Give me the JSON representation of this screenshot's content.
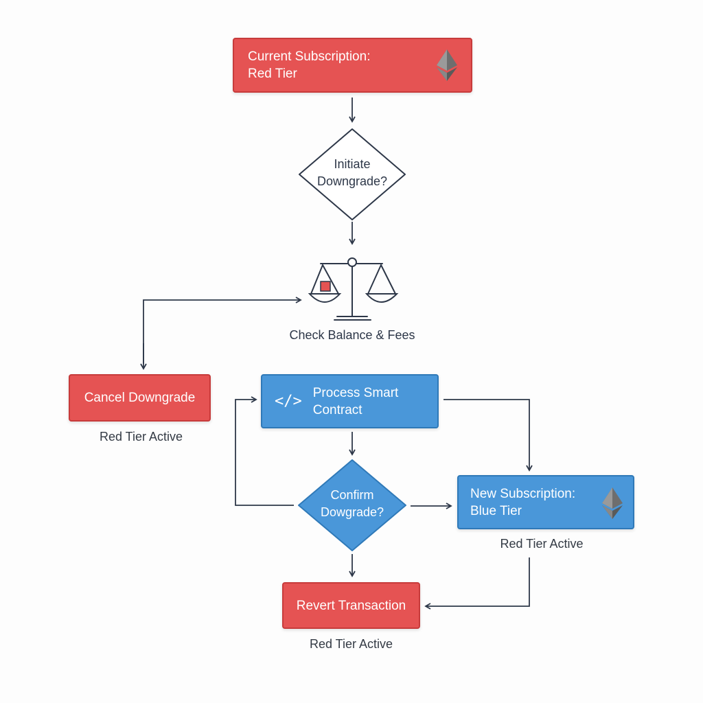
{
  "nodes": {
    "current_subscription": {
      "label": "Current Subscription:\nRed Tier",
      "icon": "ethereum-icon"
    },
    "initiate_downgrade": {
      "label": "Initiate\nDowngrade?"
    },
    "check_balance": {
      "label": "Check Balance & Fees",
      "icon": "balance-scale-icon"
    },
    "cancel_downgrade": {
      "label": "Cancel Downgrade",
      "caption": "Red Tier Active"
    },
    "process_contract": {
      "label": "Process Smart\nContract",
      "icon": "code-icon",
      "icon_glyph": "</>"
    },
    "confirm_downgrade": {
      "label": "Confirm\nDowgrade?"
    },
    "new_subscription": {
      "label": "New Subscription:\nBlue Tier",
      "icon": "ethereum-icon",
      "caption": "Red Tier Active"
    },
    "revert_transaction": {
      "label": "Revert Transaction",
      "caption": "Red Tier Active"
    }
  },
  "colors": {
    "red": "#e55353",
    "blue": "#4a97d9",
    "line": "#2d3748",
    "text": "#333a44"
  }
}
